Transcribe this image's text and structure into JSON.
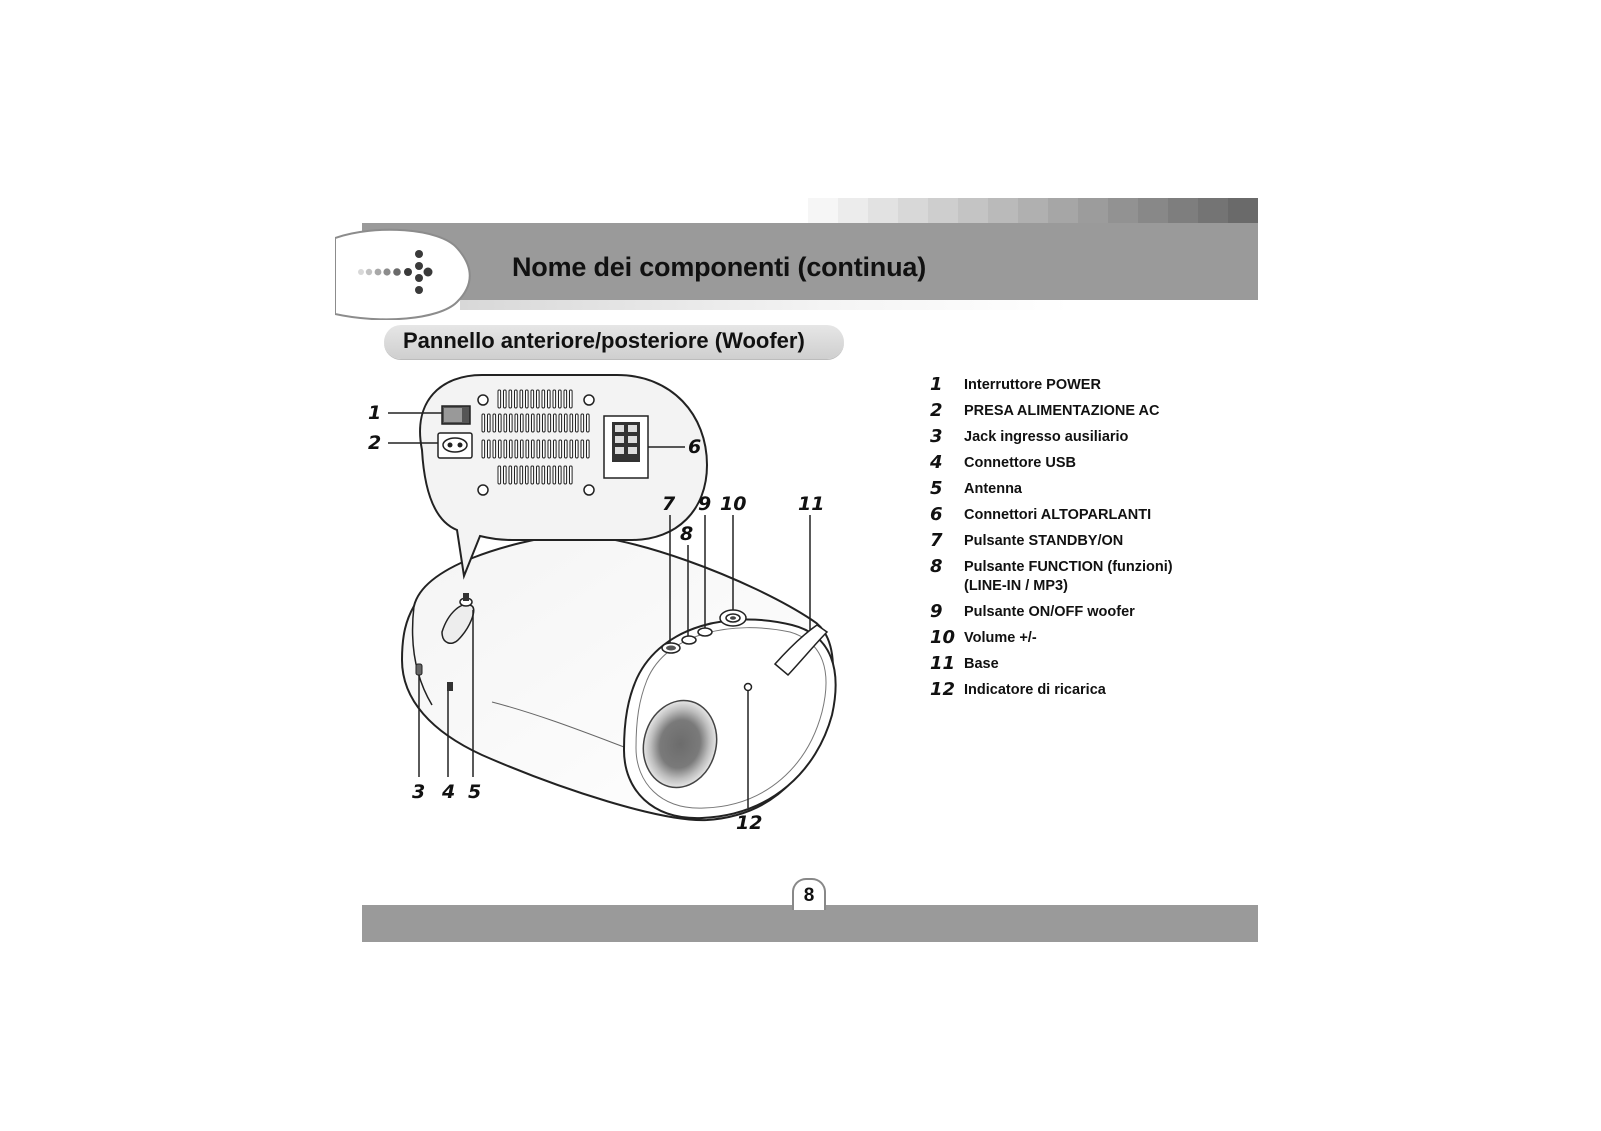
{
  "header": {
    "title": "Nome dei componenti (continua)",
    "band_color": "#9a9a9a"
  },
  "section": {
    "title": "Pannello anteriore/posteriore (Woofer)"
  },
  "diagram": {
    "callouts": [
      "1",
      "2",
      "3",
      "4",
      "5",
      "6",
      "7",
      "8",
      "9",
      "10",
      "11",
      "12"
    ]
  },
  "legend": [
    {
      "num": "1",
      "text": "Interruttore POWER"
    },
    {
      "num": "2",
      "text": "PRESA ALIMENTAZIONE AC"
    },
    {
      "num": "3",
      "text": "Jack ingresso ausiliario"
    },
    {
      "num": "4",
      "text": "Connettore USB"
    },
    {
      "num": "5",
      "text": "Antenna"
    },
    {
      "num": "6",
      "text": "Connettori ALTOPARLANTI"
    },
    {
      "num": "7",
      "text": "Pulsante STANDBY/ON"
    },
    {
      "num": "8",
      "text": "Pulsante FUNCTION (funzioni)\n(LINE-IN / MP3)"
    },
    {
      "num": "9",
      "text": "Pulsante ON/OFF woofer"
    },
    {
      "num": "10",
      "text": "Volume +/-"
    },
    {
      "num": "11",
      "text": "Base"
    },
    {
      "num": "12",
      "text": "Indicatore di ricarica"
    }
  ],
  "footer": {
    "page_number": "8"
  }
}
